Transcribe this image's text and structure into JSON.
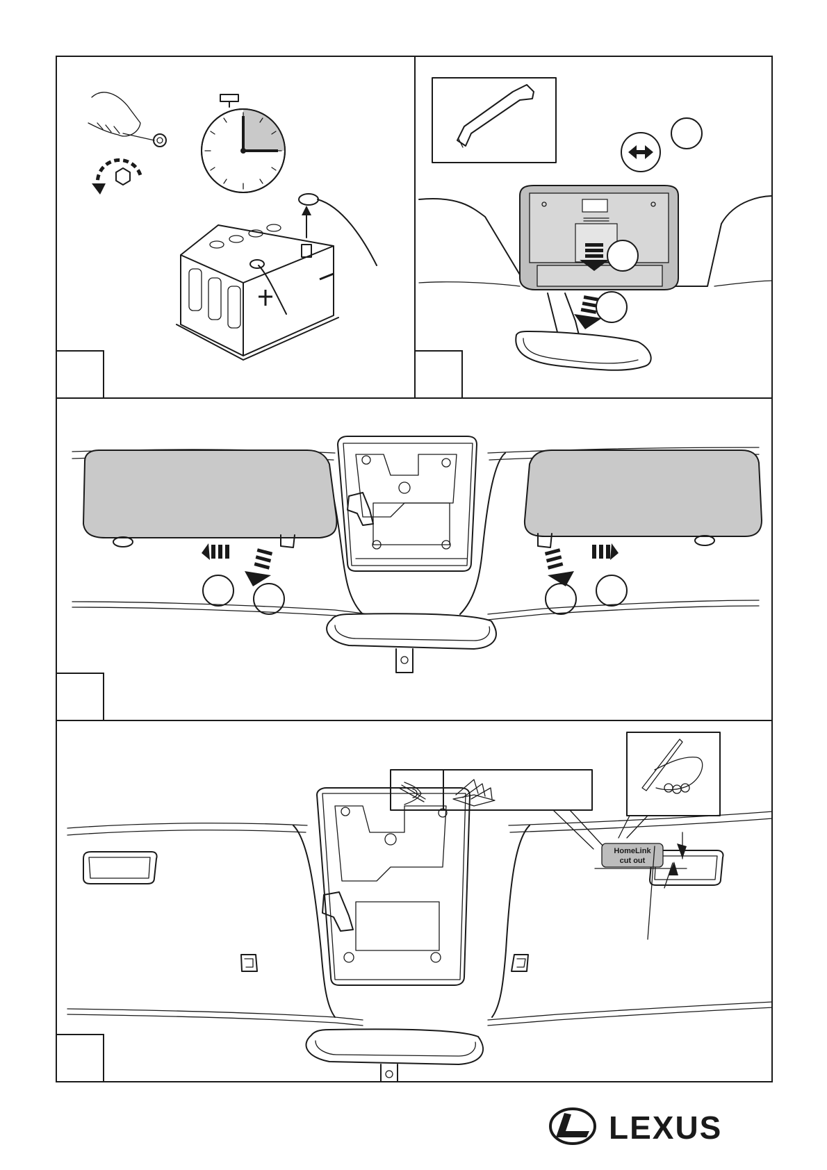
{
  "label": {
    "line1": "HomeLink",
    "line2": "cut out"
  },
  "brand": {
    "wordmark": "LEXUS"
  },
  "icons": {
    "wrench": "wrench-icon",
    "timer": "stopwatch-icon",
    "battery": "battery-icon",
    "pry_tool": "pry-tool-icon",
    "eye": "eye-icon",
    "manual": "manual-book-icon",
    "pen": "pen-hand-icon"
  }
}
